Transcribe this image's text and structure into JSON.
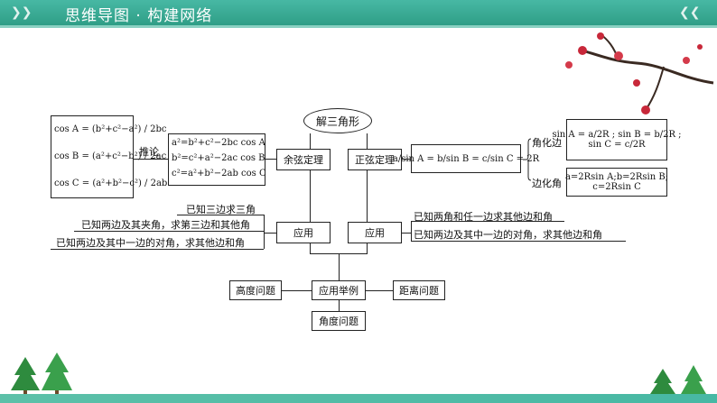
{
  "header": {
    "title": "思维导图 · 构建网络"
  },
  "center": {
    "label": "解三角形"
  },
  "left": {
    "cos_formulas": [
      "cos A = (b²+c²−a²) / 2bc",
      "cos B = (a²+c²−b²) / 2ac",
      "cos C = (a²+b²−c²) / 2ab"
    ],
    "tuilun": "推论",
    "law_formulas": [
      "a²=b²+c²−2bc cos A",
      "b²=c²+a²−2ac cos B",
      "c²=a²+b²−2ab cos C"
    ],
    "law_label": "余弦定理",
    "apply_label": "应用",
    "apply_items": [
      "已知三边求三角",
      "已知两边及其夹角，求第三边和其他角",
      "已知两边及其中一边的对角，求其他边和角"
    ]
  },
  "right": {
    "law_label": "正弦定理",
    "main_formula": "a/sin A = b/sin B = c/sin C = 2R",
    "jiao_hua_bian": "角化边",
    "jiao_formulas": [
      "sin A = a/2R ; sin B = b/2R ;",
      "sin C = c/2R"
    ],
    "bian_hua_jiao": "边化角",
    "bian_formulas": [
      "a=2Rsin A;b=2Rsin B;",
      "c=2Rsin C"
    ],
    "apply_label": "应用",
    "apply_items": [
      "已知两角和任一边求其他边和角",
      "已知两边及其中一边的对角，求其他边和角"
    ]
  },
  "bottom": {
    "examples": "应用举例",
    "height": "高度问题",
    "distance": "距离问题",
    "angle": "角度问题"
  }
}
